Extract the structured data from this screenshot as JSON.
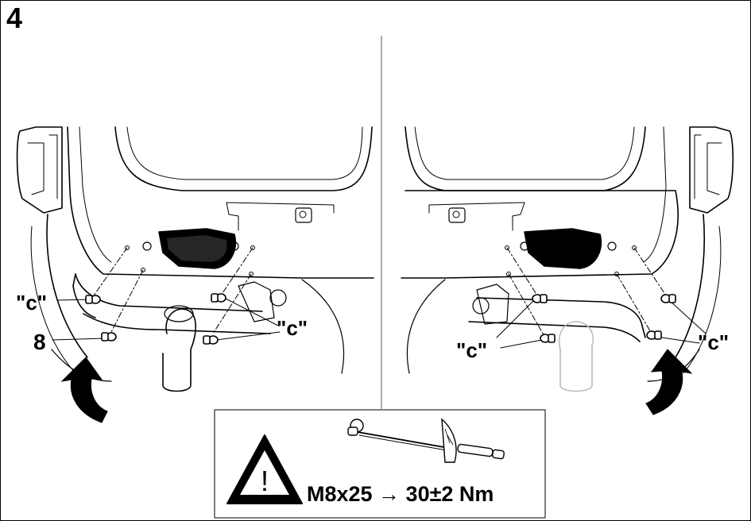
{
  "step": {
    "number": "4"
  },
  "labels": {
    "clip_c": "\"c\"",
    "bolt_8": "8"
  },
  "torque_box": {
    "warning_symbol": "!",
    "spec": "M8x25 → 30±2 Nm"
  },
  "icons": {
    "warning": "warning-triangle-icon",
    "wrench": "torque-wrench-icon",
    "arrow": "curved-arrow-icon"
  },
  "colors": {
    "line": "#000000",
    "faint": "#bbbbbb",
    "background": "#ffffff"
  }
}
